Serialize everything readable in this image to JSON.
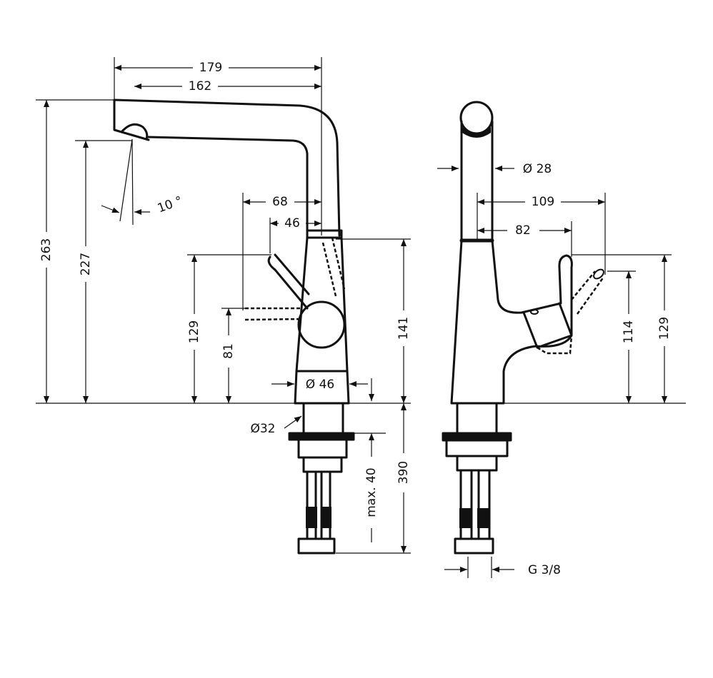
{
  "drawing": {
    "side_view": {
      "dimensions": {
        "overall_reach": "179",
        "spout_reach": "162",
        "total_height": "263",
        "spout_outlet_height": "227",
        "spout_angle": "10 °",
        "lever_reach": "68",
        "lever_reach_inner": "46",
        "lever_height": "129",
        "lever_height_low": "81",
        "body_height": "141",
        "base_diameter": "Ø 46",
        "shank_diameter": "Ø32",
        "max_countertop": "max. 40",
        "hose_length": "390"
      }
    },
    "front_view": {
      "dimensions": {
        "spout_diameter": "Ø 28",
        "lever_depth_max": "109",
        "lever_depth": "82",
        "lever_height_low": "114",
        "lever_height": "129",
        "connection_thread": "G 3/8"
      }
    }
  }
}
